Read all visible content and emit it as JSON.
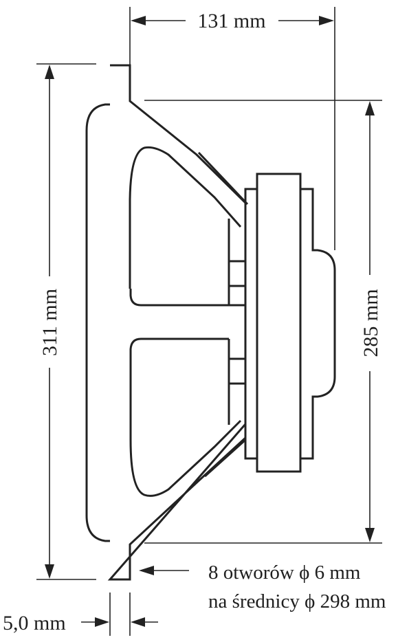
{
  "diagram": {
    "subject": "loudspeaker side view with mounting dimensions",
    "dimensions": {
      "depth": "131 mm",
      "outer_height": "311 mm",
      "mounting_height": "285 mm",
      "flange_thickness": "5,0 mm"
    },
    "notes": {
      "holes_line1": "8 otworów ϕ 6 mm",
      "holes_line2": "na średnicy ϕ 298 mm"
    },
    "colors": {
      "line": "#222222",
      "background": "#ffffff"
    }
  }
}
